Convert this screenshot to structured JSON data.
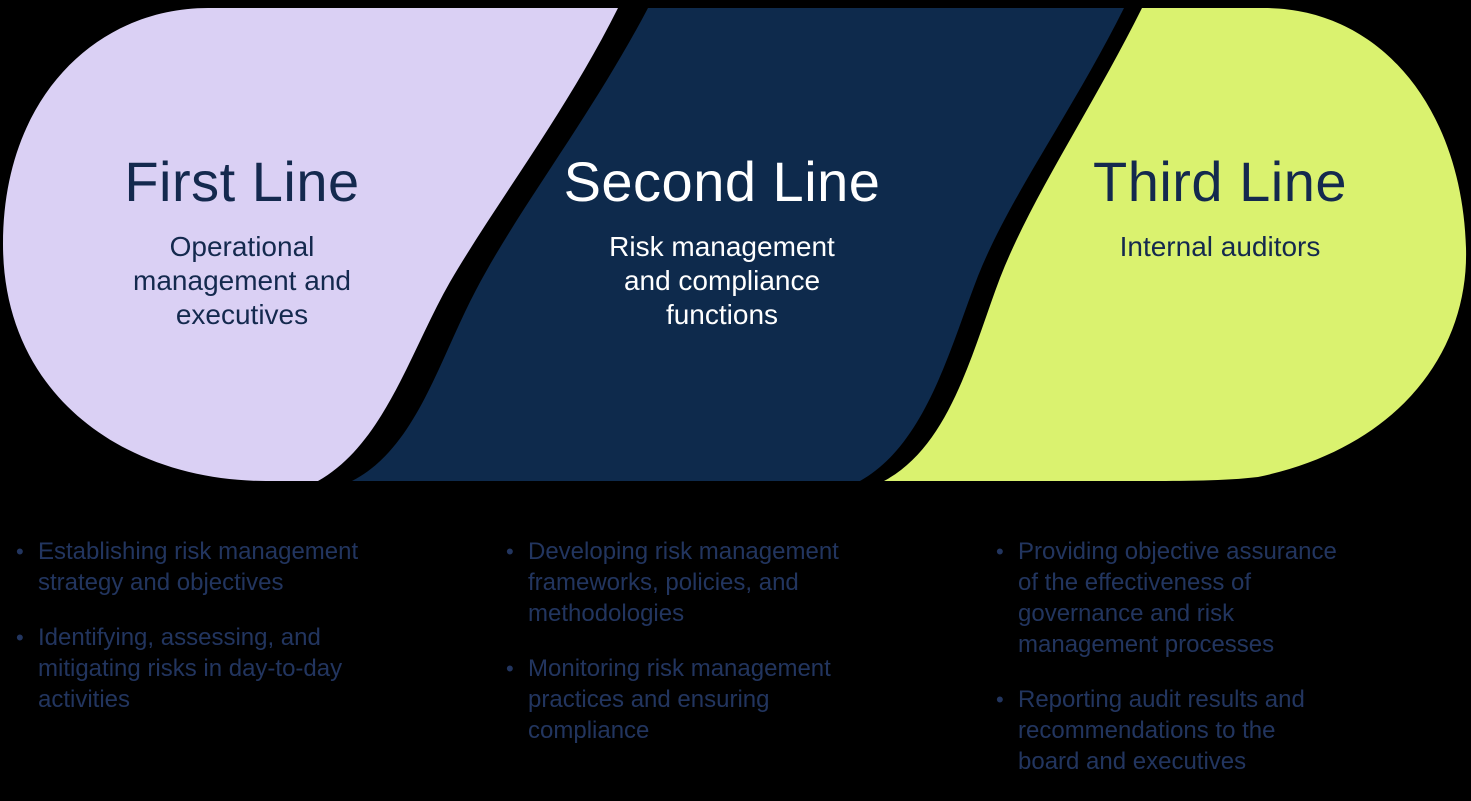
{
  "diagram": {
    "background_color": "#000000",
    "bullet_char": "•",
    "bullet_text_color": "#22355F",
    "columns": [
      {
        "title": "First Line",
        "subtitle": "Operational\nmanagement and\nexecutives",
        "shape_color": "#DAD0F4",
        "text_color": "#14294E",
        "bullets": [
          "Establishing risk management\nstrategy and objectives",
          "Identifying, assessing, and\nmitigating risks in day-to-day\nactivities"
        ]
      },
      {
        "title": "Second Line",
        "subtitle": "Risk management\nand compliance\nfunctions",
        "shape_color": "#0E2A4C",
        "text_color": "#FFFFFF",
        "bullets": [
          "Developing risk management\nframeworks, policies, and\nmethodologies",
          "Monitoring risk management\npractices and ensuring\ncompliance"
        ]
      },
      {
        "title": "Third Line",
        "subtitle": "Internal auditors",
        "shape_color": "#DAF26F",
        "text_color": "#14294E",
        "bullets": [
          "Providing objective assurance\nof the effectiveness of\ngovernance and risk\nmanagement processes",
          "Reporting audit results and\nrecommendations to the\nboard and executives"
        ]
      }
    ]
  }
}
